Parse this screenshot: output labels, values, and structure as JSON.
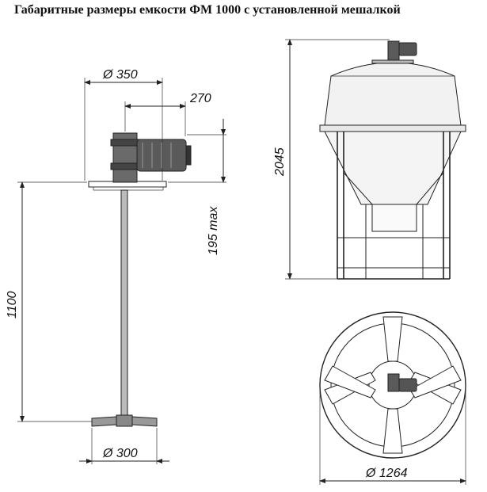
{
  "title": "Габаритные размеры емкости ФМ 1000 с установленной мешалкой",
  "dimensions": {
    "d350": "Ø 350",
    "d270": "270",
    "h195": "195 max",
    "h1100": "1100",
    "d300": "Ø 300",
    "h2045": "2045",
    "d1264": "Ø 1264"
  },
  "colors": {
    "line": "#222222",
    "motor_fill": "#5a5a5a",
    "tank_fill": "#f2f2f2"
  }
}
